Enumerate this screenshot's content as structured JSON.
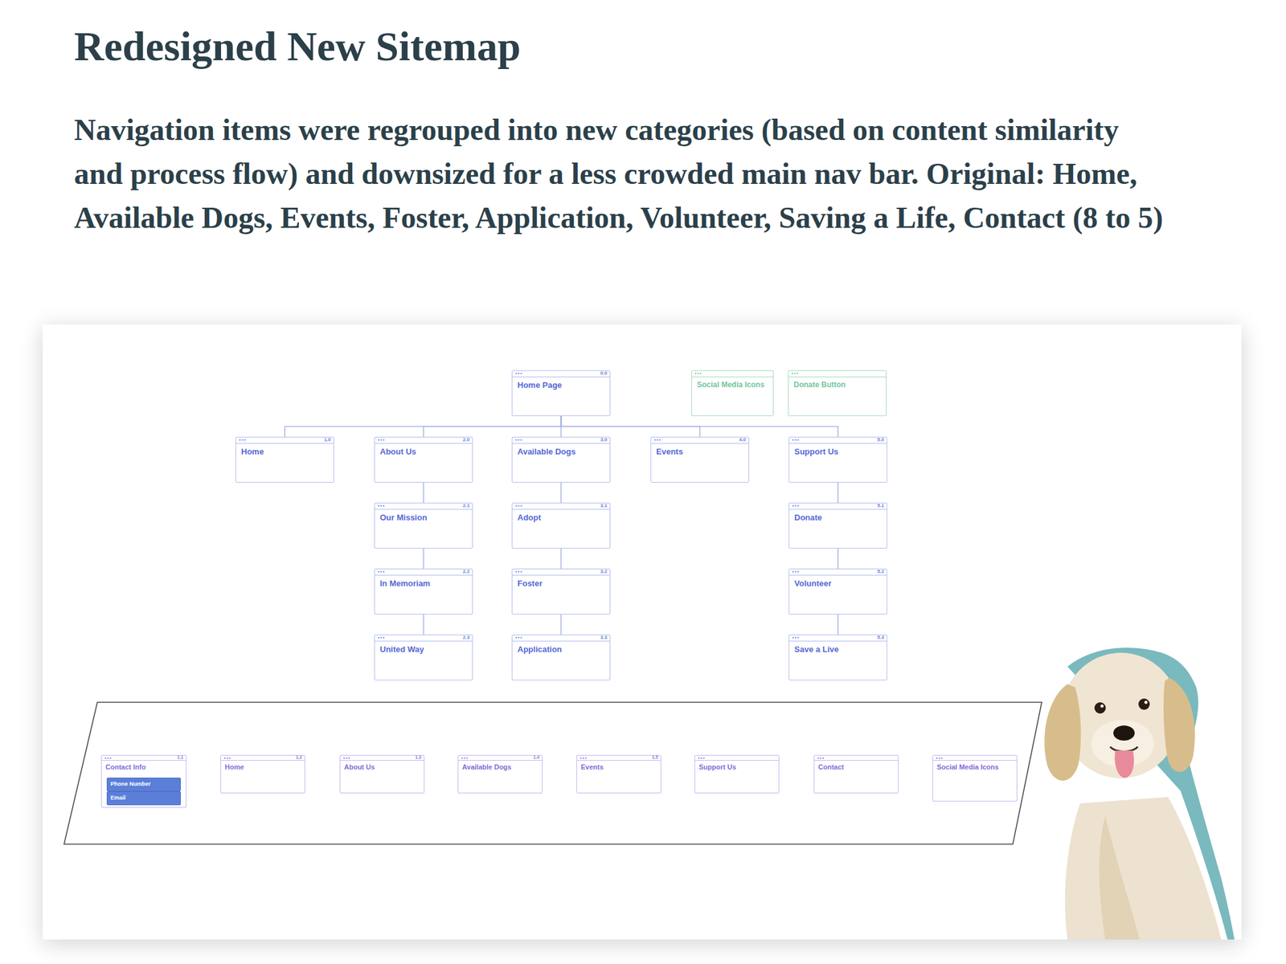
{
  "diagram": {
    "title": "Redesigned New Sitemap",
    "caption": "Navigation items were regrouped into new categories (based on content similarity and process flow) and downsized for a less crowded main nav bar. Original: Home, Available Dogs, Events, Foster, Application, Volunteer, Saving a Life, Contact (8 to 5)",
    "nodes": [
      {
        "text": [
          "Home Page",
          "0.0"
        ]
      },
      {
        "text": [
          "Social Media Icons"
        ]
      },
      {
        "text": [
          "Donate Button"
        ]
      },
      {
        "text": [
          "Home",
          "1.0"
        ]
      },
      {
        "text": [
          "About Us",
          "2.0"
        ]
      },
      {
        "text": [
          "Available Dogs",
          "3.0"
        ]
      },
      {
        "text": [
          "Events",
          "4.0"
        ]
      },
      {
        "text": [
          "Support Us",
          "5.0"
        ]
      },
      {
        "text": [
          "Our Mission",
          "2.1"
        ]
      },
      {
        "text": [
          "Adopt",
          "3.1"
        ]
      },
      {
        "text": [
          "Donate",
          "5.1"
        ]
      },
      {
        "text": [
          "In Memoriam",
          "2.2"
        ]
      },
      {
        "text": [
          "Foster",
          "3.2"
        ]
      },
      {
        "text": [
          "Volunteer",
          "5.2"
        ]
      },
      {
        "text": [
          "United Way",
          "2.3"
        ]
      },
      {
        "text": [
          "Application",
          "3.3"
        ]
      },
      {
        "text": [
          "Save a Live",
          "5.3"
        ]
      },
      {
        "text": [
          "Contact Info",
          "1.1"
        ]
      },
      {
        "text": [
          "Phone Number"
        ],
        "in": 17
      },
      {
        "text": [
          "Email"
        ],
        "in": 17
      },
      {
        "text": [
          "Home",
          "1.2"
        ]
      },
      {
        "text": [
          "About Us",
          "1.3"
        ]
      },
      {
        "text": [
          "Available Dogs",
          "1.4"
        ]
      },
      {
        "text": [
          "Events",
          "1.5"
        ]
      },
      {
        "text": [
          "Support Us"
        ]
      },
      {
        "text": [
          "Contact"
        ]
      },
      {
        "text": [
          "Social Media Icons"
        ]
      }
    ],
    "edges": [
      {
        "from": 0,
        "to": 3,
        "arrow": "none"
      },
      {
        "from": 0,
        "to": 4,
        "arrow": "none"
      },
      {
        "from": 0,
        "to": 5,
        "arrow": "none"
      },
      {
        "from": 0,
        "to": 6,
        "arrow": "none"
      },
      {
        "from": 0,
        "to": 7,
        "arrow": "none"
      },
      {
        "from": 4,
        "to": 8,
        "arrow": "none"
      },
      {
        "from": 8,
        "to": 11,
        "arrow": "none"
      },
      {
        "from": 11,
        "to": 14,
        "arrow": "none"
      },
      {
        "from": 5,
        "to": 9,
        "arrow": "none"
      },
      {
        "from": 9,
        "to": 12,
        "arrow": "none"
      },
      {
        "from": 12,
        "to": 15,
        "arrow": "none"
      },
      {
        "from": 7,
        "to": 10,
        "arrow": "none"
      },
      {
        "from": 10,
        "to": 13,
        "arrow": "none"
      },
      {
        "from": 13,
        "to": 16,
        "arrow": "none"
      }
    ]
  }
}
